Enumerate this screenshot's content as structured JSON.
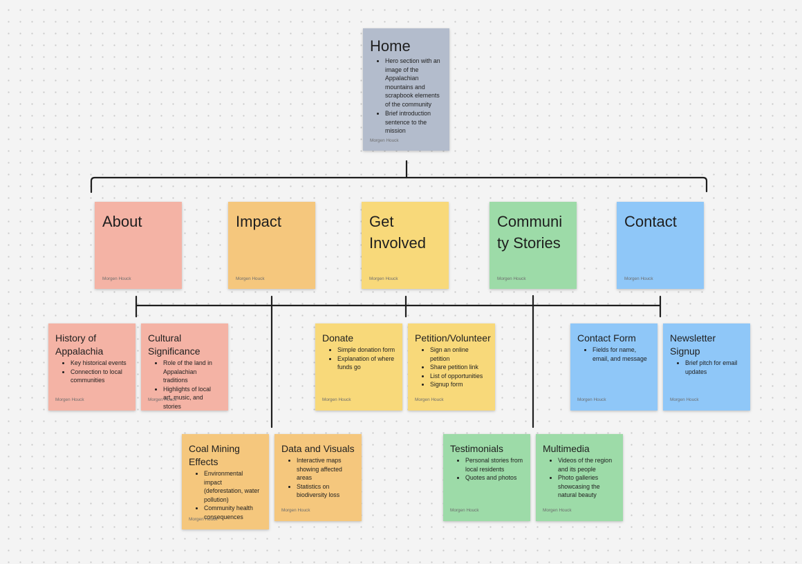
{
  "author": "Morgen Houck",
  "colors": {
    "home": "#b3bccc",
    "about": "#f4b3a5",
    "impact": "#f5c77d",
    "get_involved": "#f8d97a",
    "community": "#9ddba8",
    "contact": "#8fc7f8",
    "connector": "#1e1e1e",
    "canvas": "#f4f4f4"
  },
  "home": {
    "title": "Home",
    "bullets": [
      "Hero section with an image of the Appalachian mountains and scrapbook elements of the community",
      "Brief introduction sentence to the mission"
    ]
  },
  "sections": [
    {
      "title": "About"
    },
    {
      "title": "Impact"
    },
    {
      "title": "Get Involved"
    },
    {
      "title": "Community Stories"
    },
    {
      "title": "Contact"
    }
  ],
  "subpages": {
    "history": {
      "title": "History of Appalachia",
      "bullets": [
        "Key historical events",
        "Connection to local communities"
      ]
    },
    "cultural": {
      "title": "Cultural Significance",
      "bullets": [
        "Role of the land in Appalachian traditions",
        "Highlights of local art, music, and stories"
      ]
    },
    "coal": {
      "title": "Coal Mining Effects",
      "bullets": [
        "Environmental impact (deforestation, water pollution)",
        "Community health consequences"
      ]
    },
    "data": {
      "title": "Data and Visuals",
      "bullets": [
        "Interactive maps showing affected areas",
        "Statistics on biodiversity loss"
      ]
    },
    "donate": {
      "title": "Donate",
      "bullets": [
        "Simple donation form",
        "Explanation of where funds go"
      ]
    },
    "petition": {
      "title": "Petition/Volunteer",
      "bullets": [
        "Sign an online petition",
        "Share petition link",
        "List of opportunities",
        "Signup form"
      ]
    },
    "testimonials": {
      "title": "Testimonials",
      "bullets": [
        "Personal stories from local residents",
        "Quotes and photos"
      ]
    },
    "multimedia": {
      "title": "Multimedia",
      "bullets": [
        "Videos of the region and its people",
        "Photo galleries showcasing the natural beauty"
      ]
    },
    "contact_form": {
      "title": "Contact Form",
      "bullets": [
        "Fields for name, email, and message"
      ]
    },
    "newsletter": {
      "title": "Newsletter Signup",
      "bullets": [
        "Brief pitch for email updates"
      ]
    }
  }
}
